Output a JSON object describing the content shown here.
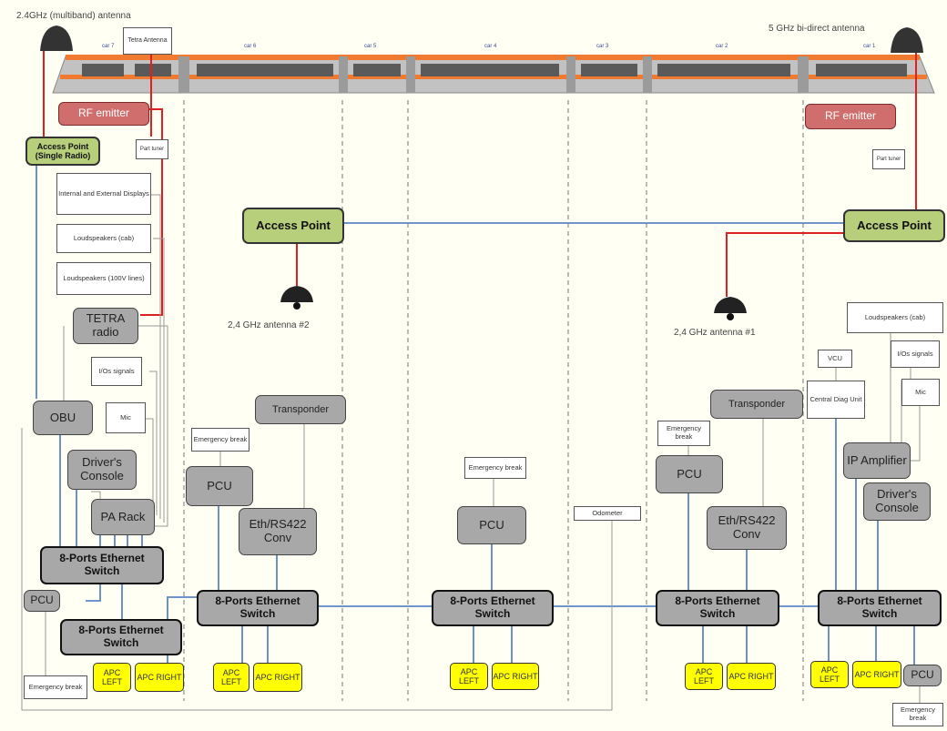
{
  "antennas": {
    "multiband": "2.4GHz (multiband) antenna",
    "bidirect": "5 GHz bi-direct antenna",
    "tetra": "Tetra Antenna",
    "ap2": "2,4 GHz antenna #2",
    "ap1": "2,4 GHz antenna #1"
  },
  "cars": [
    "car 7",
    "car 6",
    "car 5",
    "car 4",
    "car 3",
    "car 2",
    "car 1"
  ],
  "components": {
    "rf_emitter": "RF emitter",
    "part_tuner": "Part tuner",
    "ap_single": "Access Point (Single Radio)",
    "displays": "Internal and External Displays",
    "loudspeakers_cab": "Loudspeakers (cab)",
    "loudspeakers_100v": "Loudspeakers (100V lines)",
    "access_point": "Access Point",
    "tetra_radio": "TETRA radio",
    "ios_signals": "I/Os signals",
    "mic": "Mic",
    "obu": "OBU",
    "drivers_console": "Driver's Console",
    "pa_rack": "PA Rack",
    "switch": "8-Ports Ethernet Switch",
    "pcu": "PCU",
    "emergency_break": "Emergency break",
    "transponder": "Transponder",
    "eth_conv": "Eth/RS422 Conv",
    "odometer": "Odometer",
    "vcu": "VCU",
    "central_diag": "Central Diag Unit",
    "ip_amplifier": "IP Amplifier",
    "apc_left": "APC LEFT",
    "apc_right": "APC RIGHT"
  },
  "colors": {
    "ethernet": "#5b86c5",
    "rf": "#e02020",
    "control": "#999999",
    "apc": "#ffff00",
    "access_point": "#b7ce7a"
  }
}
